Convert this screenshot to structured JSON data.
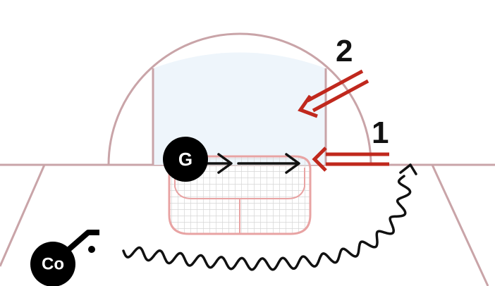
{
  "colors": {
    "rink_line": "#c9a4a8",
    "crease_fill": "#eef5fb",
    "net": "#e8a3a3",
    "net_grid": "#cfcfcf",
    "pass_arrow": "#c0281d",
    "skate_line": "#111111",
    "player_fill": "#000000",
    "player_text": "#ffffff"
  },
  "players": {
    "goalie": {
      "label": "G"
    },
    "coach": {
      "label": "Co"
    }
  },
  "pass_labels": {
    "first": "1",
    "second": "2"
  },
  "icons": {
    "stick": "hockey-stick-icon",
    "puck": "puck-icon"
  }
}
